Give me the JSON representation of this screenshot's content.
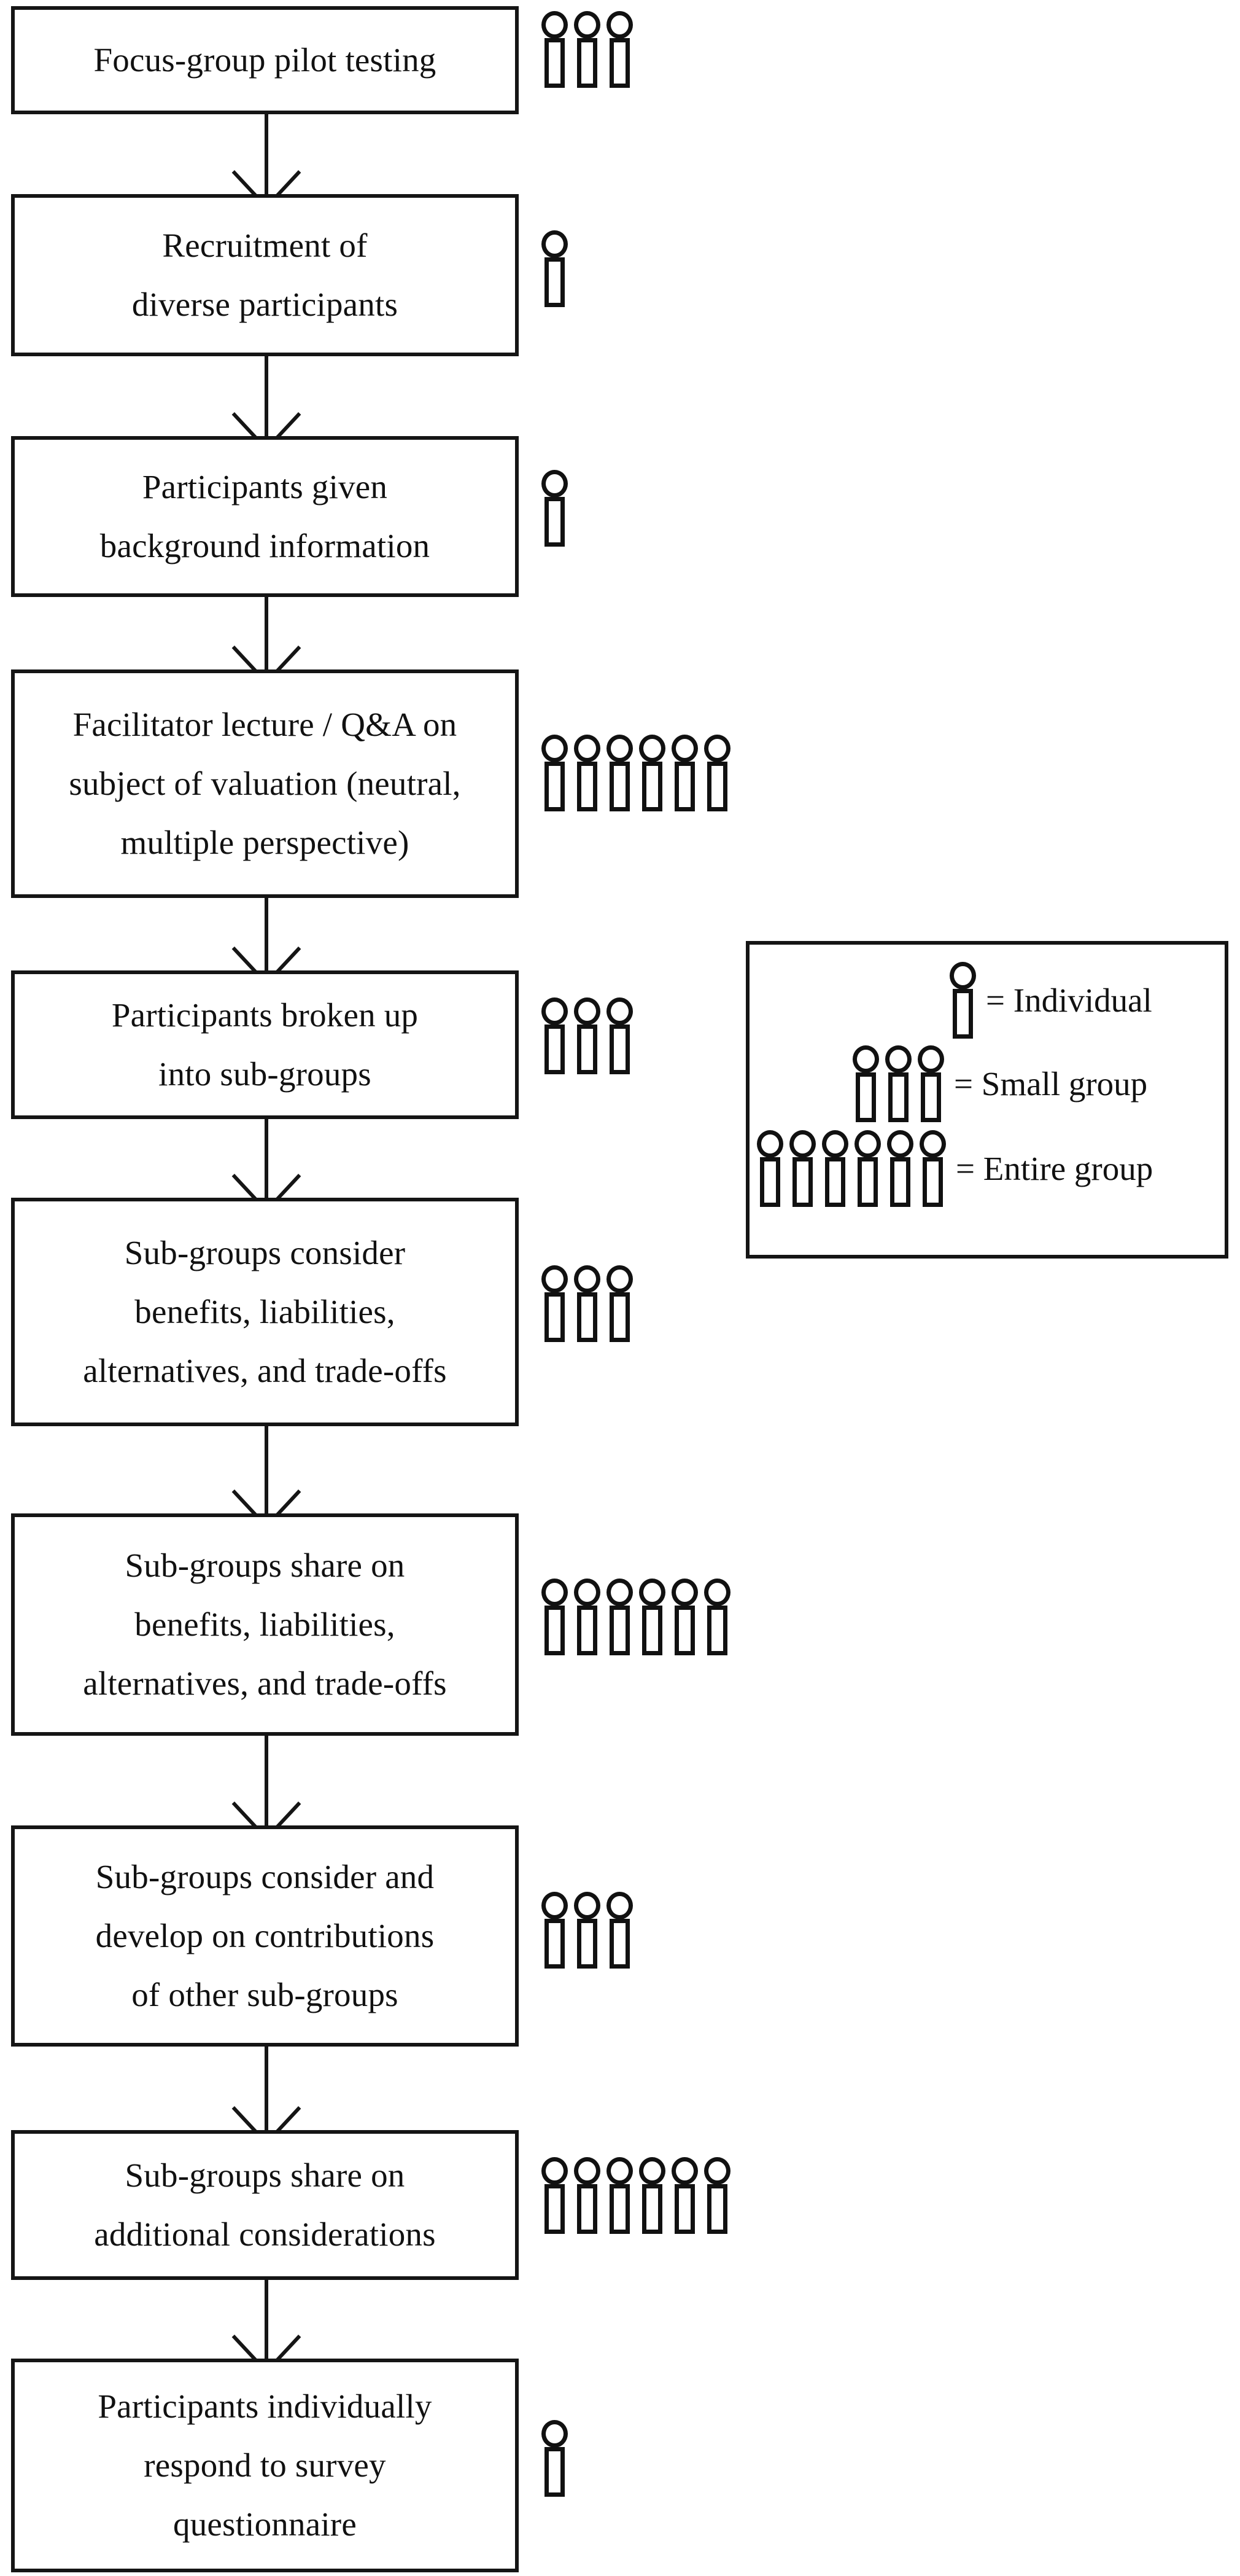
{
  "diagram": {
    "title": "Focus group deliberative valuation process flowchart",
    "colors": {
      "stroke": "#151515",
      "background": "#ffffff",
      "text": "#111111"
    },
    "steps": [
      {
        "id": "step-1",
        "text": "Focus-group pilot testing",
        "participant_count": 3,
        "participant_kind": "Small group"
      },
      {
        "id": "step-2",
        "text": "Recruitment of\ndiverse participants",
        "participant_count": 1,
        "participant_kind": "Individual"
      },
      {
        "id": "step-3",
        "text": "Participants given\nbackground information",
        "participant_count": 1,
        "participant_kind": "Individual"
      },
      {
        "id": "step-4",
        "text": "Facilitator lecture / Q&A on\nsubject of valuation (neutral,\nmultiple perspective)",
        "participant_count": 6,
        "participant_kind": "Entire group"
      },
      {
        "id": "step-5",
        "text": "Participants broken up\ninto sub-groups",
        "participant_count": 3,
        "participant_kind": "Small group"
      },
      {
        "id": "step-6",
        "text": "Sub-groups consider\nbenefits, liabilities,\nalternatives, and trade-offs",
        "participant_count": 3,
        "participant_kind": "Small group"
      },
      {
        "id": "step-7",
        "text": "Sub-groups share on\nbenefits, liabilities,\nalternatives, and trade-offs",
        "participant_count": 6,
        "participant_kind": "Entire group"
      },
      {
        "id": "step-8",
        "text": "Sub-groups consider and\ndevelop on contributions\nof other sub-groups",
        "participant_count": 3,
        "participant_kind": "Small group"
      },
      {
        "id": "step-9",
        "text": "Sub-groups share on\nadditional considerations",
        "participant_count": 6,
        "participant_kind": "Entire group"
      },
      {
        "id": "step-10",
        "text": "Participants individually\nrespond to survey\nquestionnaire",
        "participant_count": 1,
        "participant_kind": "Individual"
      }
    ],
    "legend": {
      "entries": [
        {
          "count": 1,
          "label": "= Individual"
        },
        {
          "count": 3,
          "label": "= Small group"
        },
        {
          "count": 6,
          "label": "= Entire group"
        }
      ]
    }
  }
}
